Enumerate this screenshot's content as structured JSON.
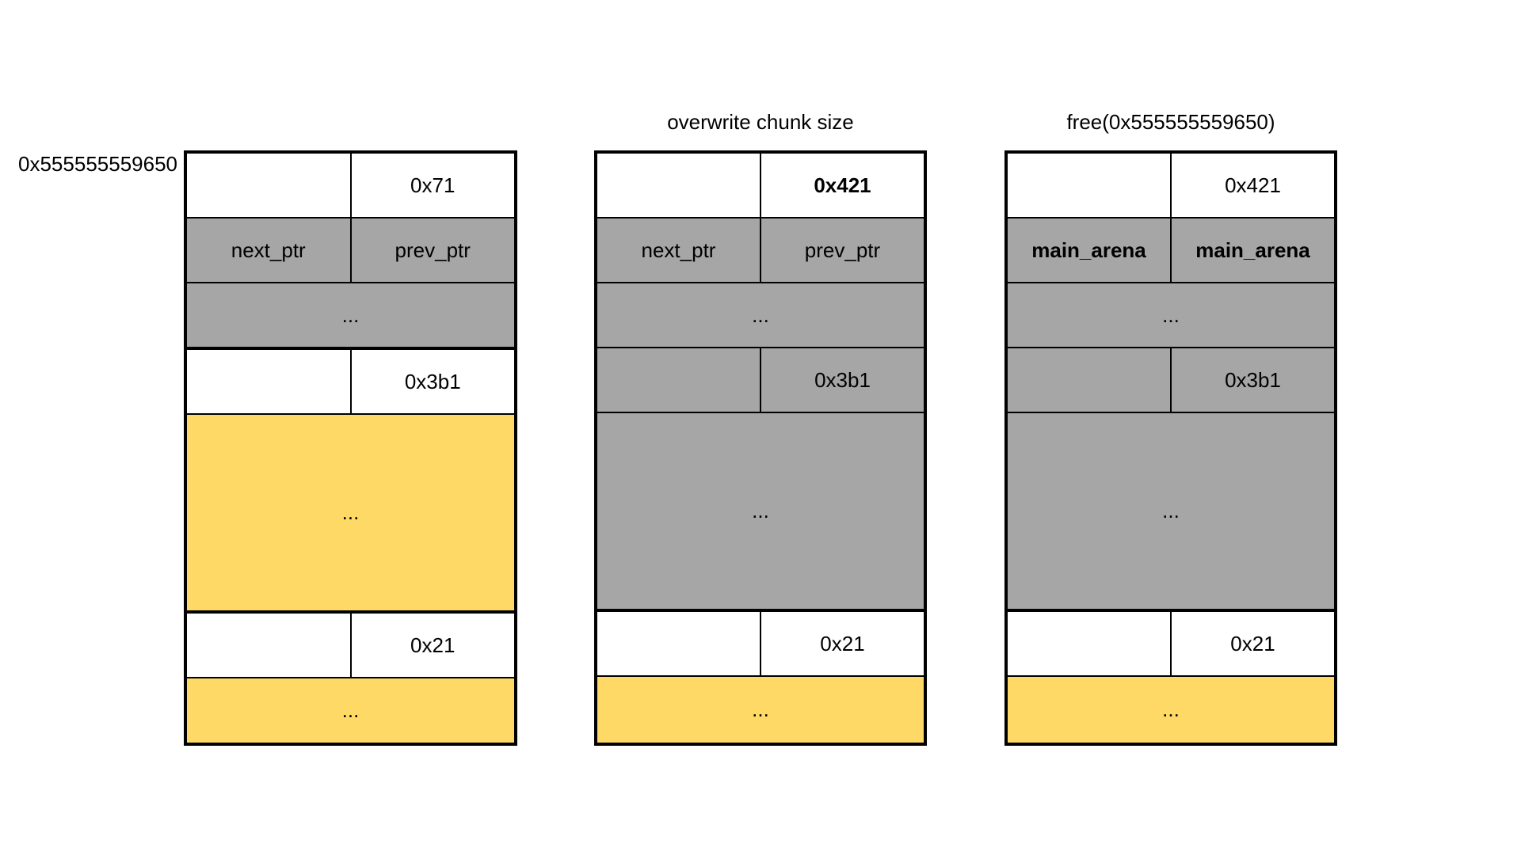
{
  "colors": {
    "gray": "#a6a6a6",
    "yellow": "#ffd966",
    "border": "#000000",
    "background": "#ffffff"
  },
  "address_label": "0x555555559650",
  "boxes": [
    {
      "title": "",
      "size1": "0x71",
      "ptr_left": "next_ptr",
      "ptr_right": "prev_ptr",
      "dots1": "...",
      "size2": "0x3b1",
      "dots2": "...",
      "size3": "0x21",
      "dots3": "..."
    },
    {
      "title": "overwrite chunk size",
      "size1": "0x421",
      "ptr_left": "next_ptr",
      "ptr_right": "prev_ptr",
      "dots1": "...",
      "size2": "0x3b1",
      "dots2": "...",
      "size3": "0x21",
      "dots3": "..."
    },
    {
      "title": "free(0x555555559650)",
      "size1": "0x421",
      "ptr_left": "main_arena",
      "ptr_right": "main_arena",
      "dots1": "...",
      "size2": "0x3b1",
      "dots2": "...",
      "size3": "0x21",
      "dots3": "..."
    }
  ]
}
